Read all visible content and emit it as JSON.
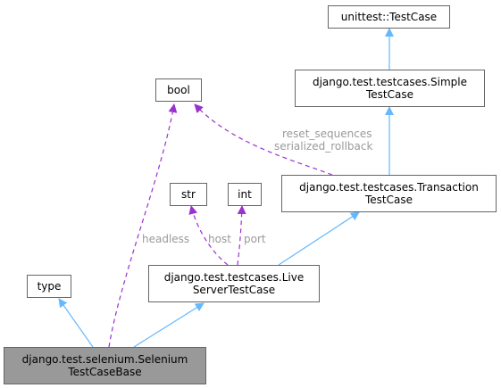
{
  "diagram": {
    "nodes": {
      "unittest_testcase": {
        "line1": "unittest::TestCase",
        "line2": ""
      },
      "simple_testcase": {
        "line1": "django.test.testcases.Simple",
        "line2": "TestCase"
      },
      "bool": {
        "line1": "bool",
        "line2": ""
      },
      "transaction_testcase": {
        "line1": "django.test.testcases.Transaction",
        "line2": "TestCase"
      },
      "str": {
        "line1": "str",
        "line2": ""
      },
      "int": {
        "line1": "int",
        "line2": ""
      },
      "live_server_testcase": {
        "line1": "django.test.testcases.Live",
        "line2": "ServerTestCase"
      },
      "type": {
        "line1": "type",
        "line2": ""
      },
      "selenium_testcase_base": {
        "line1": "django.test.selenium.Selenium",
        "line2": "TestCaseBase"
      }
    },
    "edge_labels": {
      "reset_sequences": "reset_sequences",
      "serialized_rollback": "serialized_rollback",
      "headless": "headless",
      "host": "host",
      "port": "port"
    },
    "colors": {
      "inheritance_edge": "#63b8ff",
      "usage_edge": "#9a32cd",
      "node_border": "#666666",
      "highlight_fill": "#999999",
      "label_text": "#9a9a9a"
    }
  }
}
